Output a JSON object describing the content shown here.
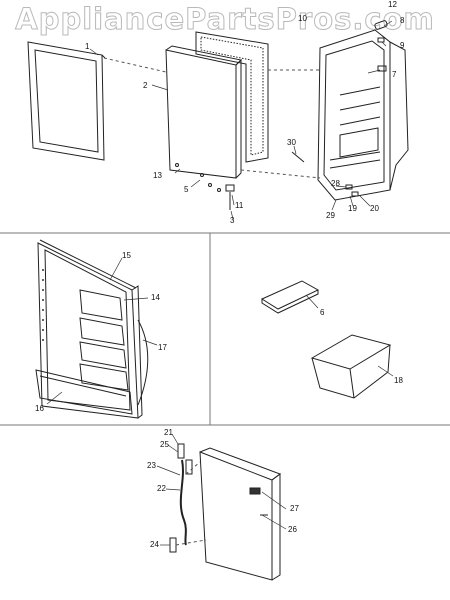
{
  "watermark": "AppliancePartsPros.com",
  "callouts": {
    "c1": "1",
    "c2": "2",
    "c3": "3",
    "c5": "5",
    "c7": "7",
    "c8": "8",
    "c9": "9",
    "c10": "10",
    "c11": "11",
    "c12": "12",
    "c13": "13",
    "c14": "14",
    "c15": "15",
    "c16": "16",
    "c17": "17",
    "c18": "18",
    "c19": "19",
    "c20": "20",
    "c21": "21",
    "c22": "22",
    "c23": "23",
    "c24": "24",
    "c25": "25",
    "c26": "26",
    "c27": "27",
    "c28": "28",
    "c29": "29",
    "c30": "30",
    "c6": "6"
  }
}
